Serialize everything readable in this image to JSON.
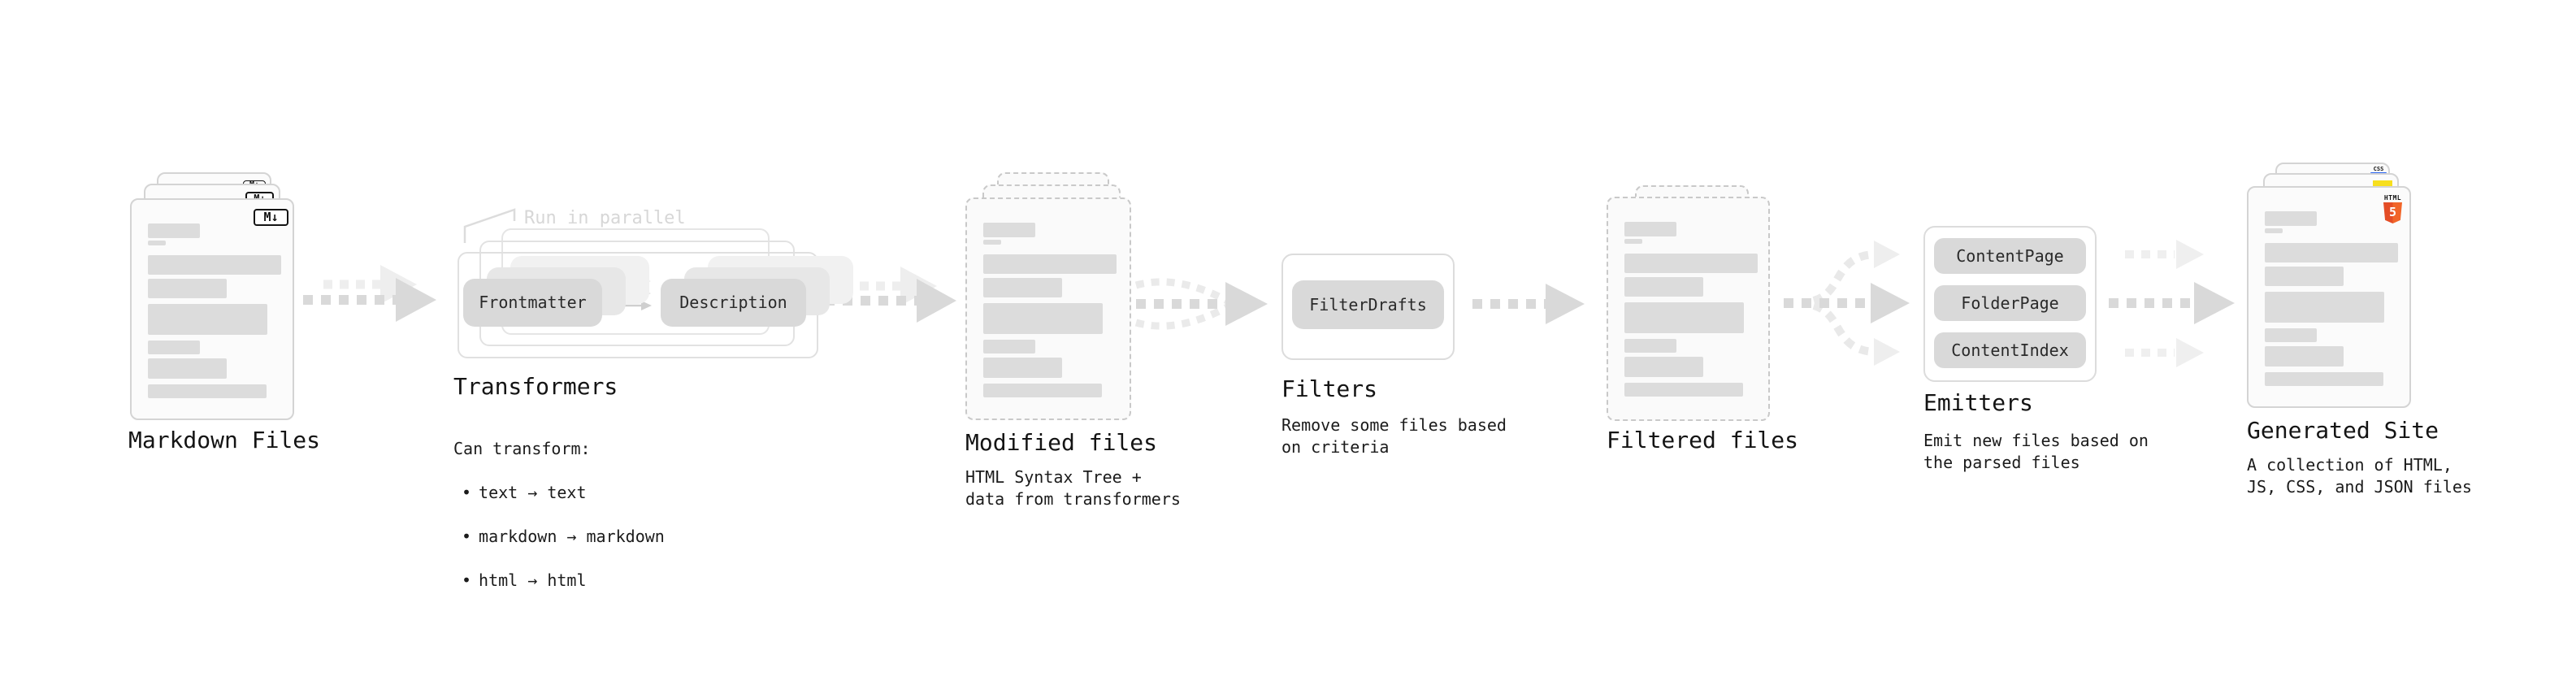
{
  "glyphs": {
    "bullet": "•"
  },
  "colors": {
    "accent_js": "#f7df1e",
    "accent_css": "#2965f1",
    "accent_html": "#e44d26"
  },
  "stages": {
    "markdown_files": {
      "label": "Markdown Files",
      "badge": "M↓"
    },
    "transformers": {
      "label": "Transformers",
      "note": "Run in parallel",
      "pills": [
        "Frontmatter",
        "Description"
      ],
      "desc_title": "Can transform:",
      "bullets": [
        "text → text",
        "markdown → markdown",
        "html → html"
      ]
    },
    "modified_files": {
      "label": "Modified files",
      "desc": "HTML Syntax Tree +\ndata from transformers"
    },
    "filters": {
      "label": "Filters",
      "pills": [
        "FilterDrafts"
      ],
      "desc": "Remove some files based\non criteria"
    },
    "filtered_files": {
      "label": "Filtered files"
    },
    "emitters": {
      "label": "Emitters",
      "pills": [
        "ContentPage",
        "FolderPage",
        "ContentIndex"
      ],
      "desc": "Emit new files based on\nthe parsed files"
    },
    "generated_site": {
      "label": "Generated Site",
      "desc": "A collection of HTML,\nJS, CSS, and JSON files",
      "badges": {
        "css": "CSS",
        "html_label": "HTML",
        "html_number": "5"
      }
    }
  }
}
